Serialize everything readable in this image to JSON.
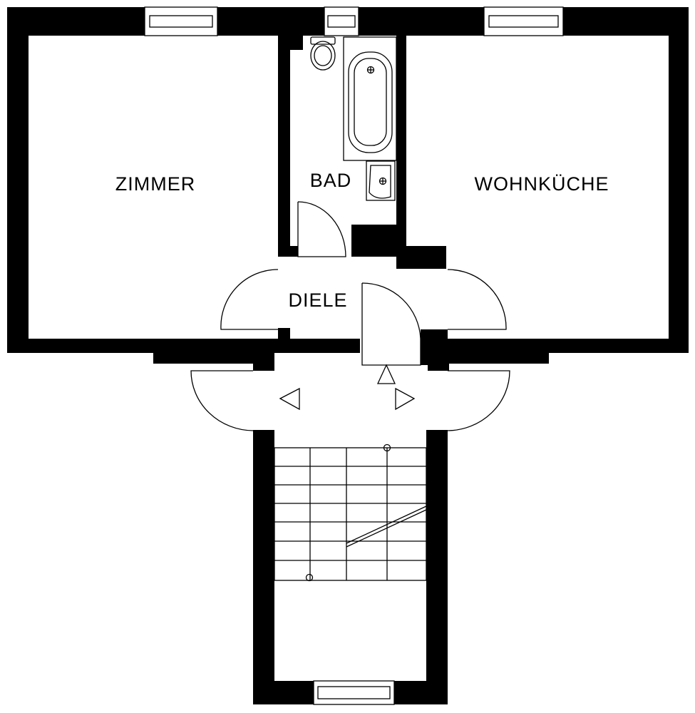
{
  "rooms": {
    "zimmer": "ZIMMER",
    "bad": "BAD",
    "wohnkueche": "WOHNKÜCHE",
    "diele": "DIELE"
  },
  "colors": {
    "wall": "#000000",
    "background": "#ffffff"
  },
  "icons": [
    "arrow-left-icon",
    "arrow-up-icon",
    "arrow-right-icon",
    "toilet-icon",
    "bathtub-icon",
    "washbasin-icon"
  ]
}
